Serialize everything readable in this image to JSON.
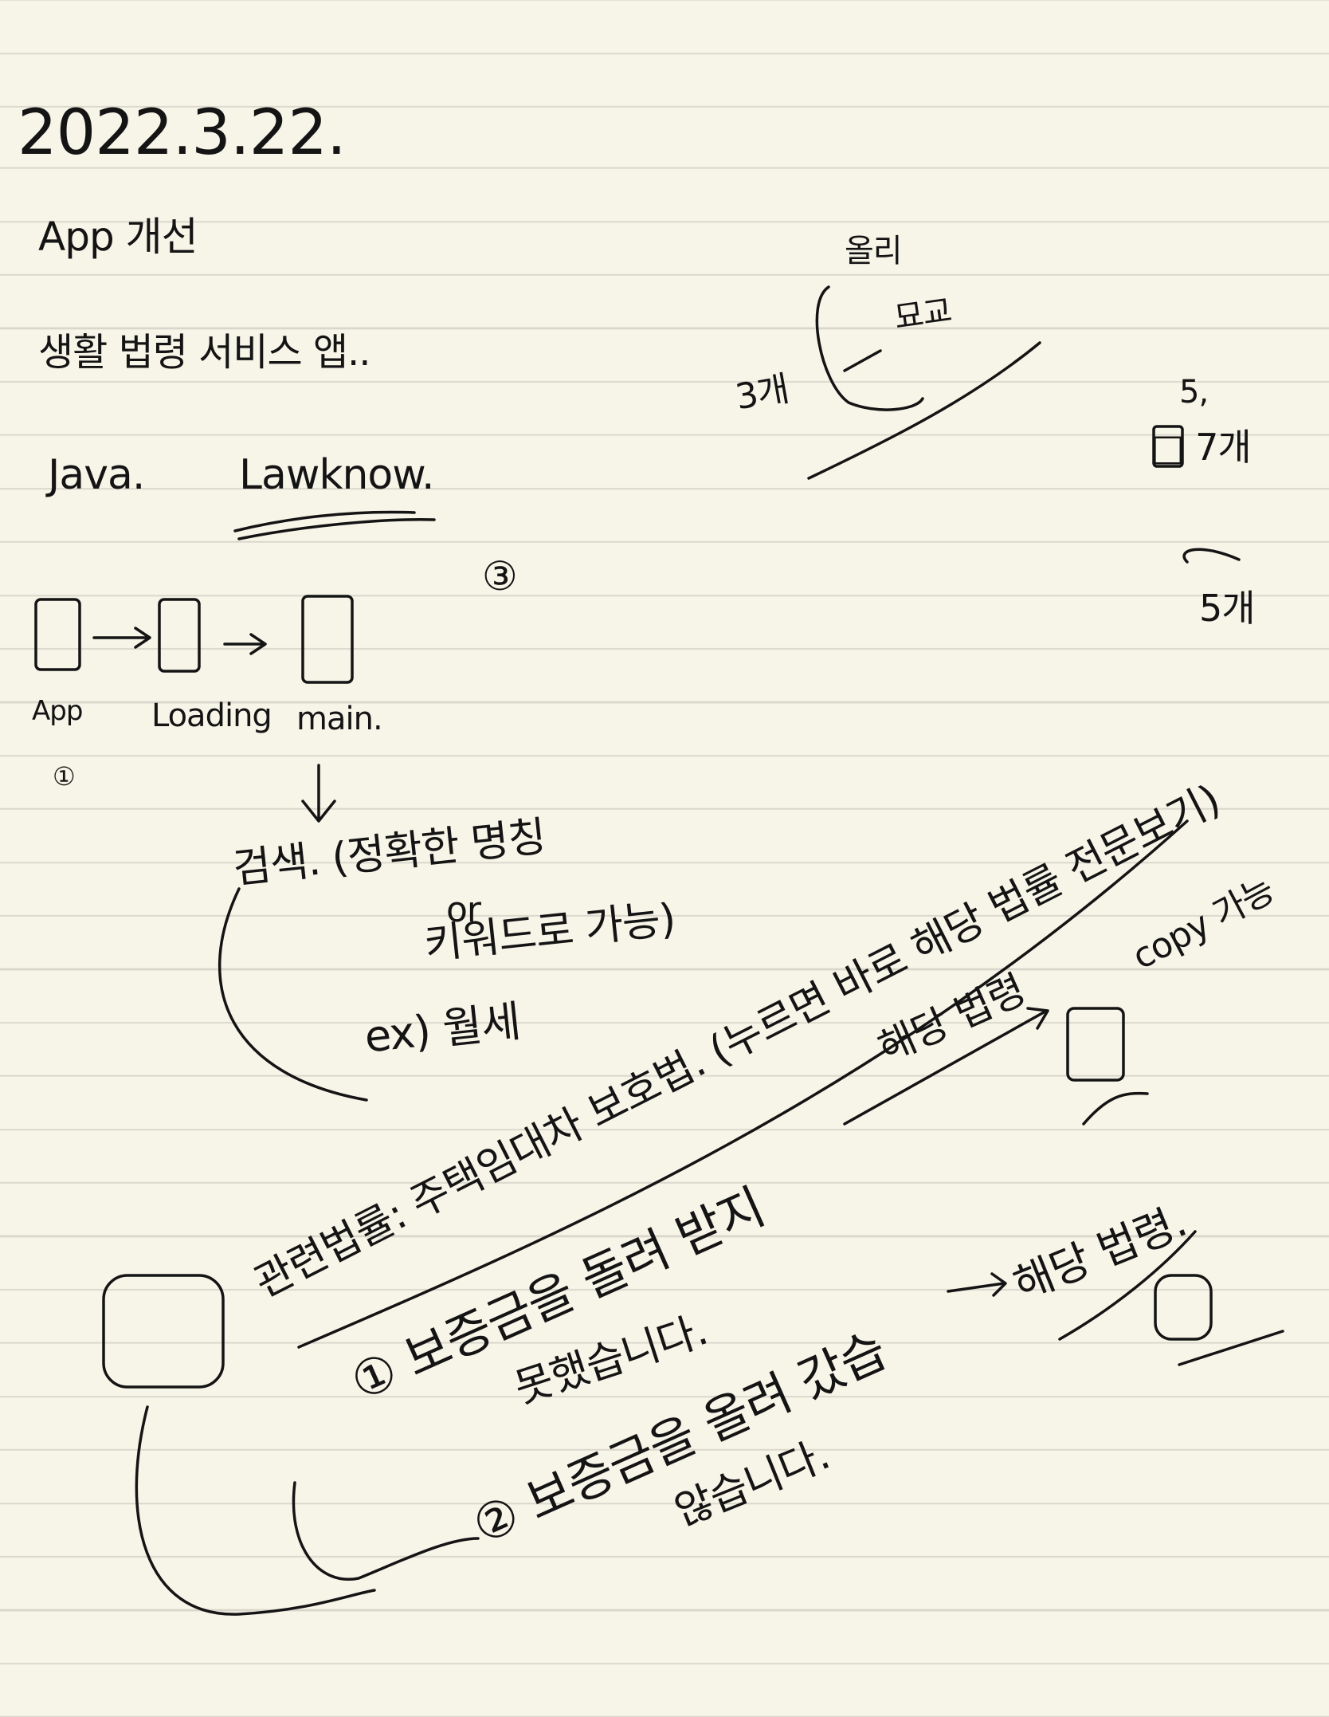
{
  "note": {
    "date": "2022.3.22.",
    "title": "App 개선",
    "purpose": "생활 법령 서비스 앱..",
    "stack": [
      "Java.",
      "Lawknow."
    ],
    "three_mark": "③"
  },
  "flow": {
    "screens": [
      "App",
      "Loading",
      "main."
    ],
    "app_mark": "①"
  },
  "search_note": {
    "line1": "검색. (정확한 명칭",
    "line2": "or",
    "line3": "키워드로 가능)",
    "example": "ex) 월세"
  },
  "related_law": {
    "label": "관련법률: 주택임대차 보호법. (누르면 바로 해당 법률 전문보기)",
    "copy": "copy 가능",
    "current": "해당 법령",
    "bullet1": "① 보증금을 돌려 받지",
    "bullet1_cont": "못했습니다.",
    "bullet2": "② 보증금을 올려 갔습",
    "bullet2_cont": "않습니다.",
    "action": "해당 법령."
  },
  "side_note": {
    "top": "올리",
    "middle": "묘교",
    "count": "3개",
    "five": "5,",
    "five_items": "□ 7개",
    "five_count": "5개"
  }
}
